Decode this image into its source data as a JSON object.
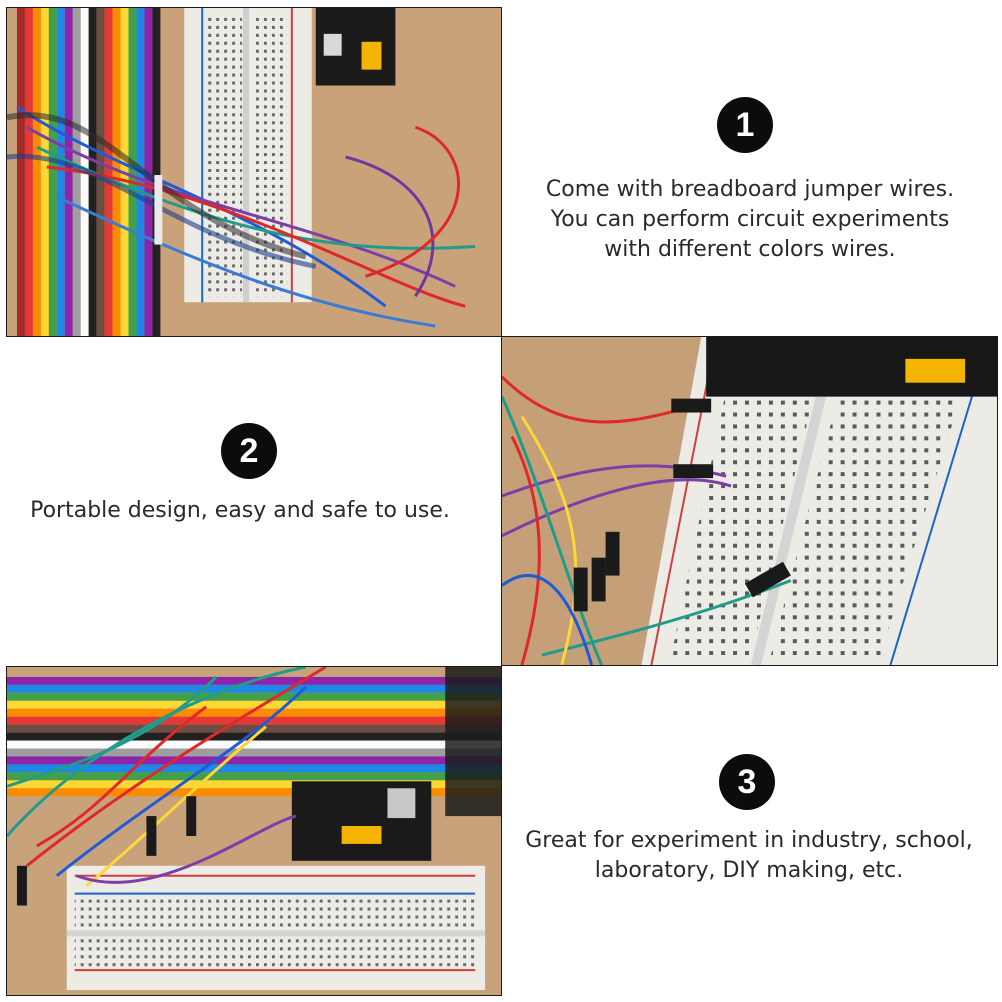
{
  "features": [
    {
      "number": "1",
      "caption_lines": [
        "Come with breadboard jumper wires.",
        "You can perform circuit experiments",
        "with different colors wires."
      ]
    },
    {
      "number": "2",
      "caption_lines": [
        "Portable design, easy and safe to use."
      ]
    },
    {
      "number": "3",
      "caption_lines": [
        "Great for experiment in industry, school,",
        "laboratory, DIY making, etc."
      ]
    }
  ],
  "photos": [
    {
      "subject": "breadboard with bundle of jumper wires and ribbon cable"
    },
    {
      "subject": "close-up of breadboard with connected jumper wires and power module"
    },
    {
      "subject": "full breadboard with power module, jumper wires and ribbon cable"
    }
  ],
  "colors": {
    "badge_background": "#0c0c0c",
    "badge_text": "#ffffff",
    "caption_text": "#2a2a2a",
    "wood_background": "#c8a47c",
    "breadboard": "#ecebe6"
  }
}
